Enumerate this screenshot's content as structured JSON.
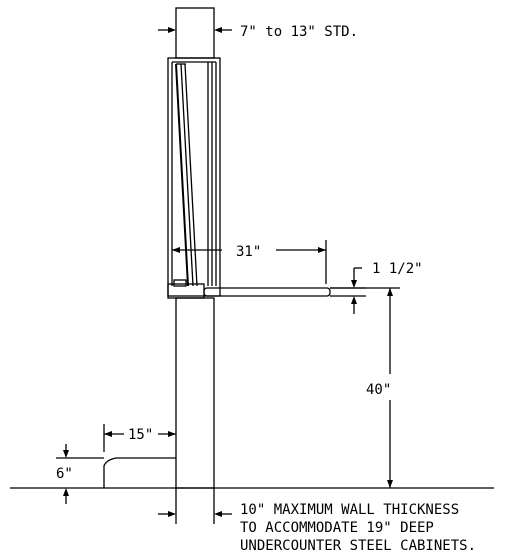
{
  "diagram": {
    "labels": {
      "wall_height_std": "7\" to 13\" STD.",
      "depth": "31\"",
      "counter_thickness": "1 1/2\"",
      "counter_height": "40\"",
      "toe_offset": "15\"",
      "toe_height": "6\"",
      "note_line1": "10\" MAXIMUM WALL THICKNESS",
      "note_line2": "TO ACCOMMODATE 19\" DEEP",
      "note_line3": "UNDERCOUNTER STEEL CABINETS."
    },
    "colors": {
      "ink": "#000000",
      "paper": "#ffffff"
    }
  }
}
